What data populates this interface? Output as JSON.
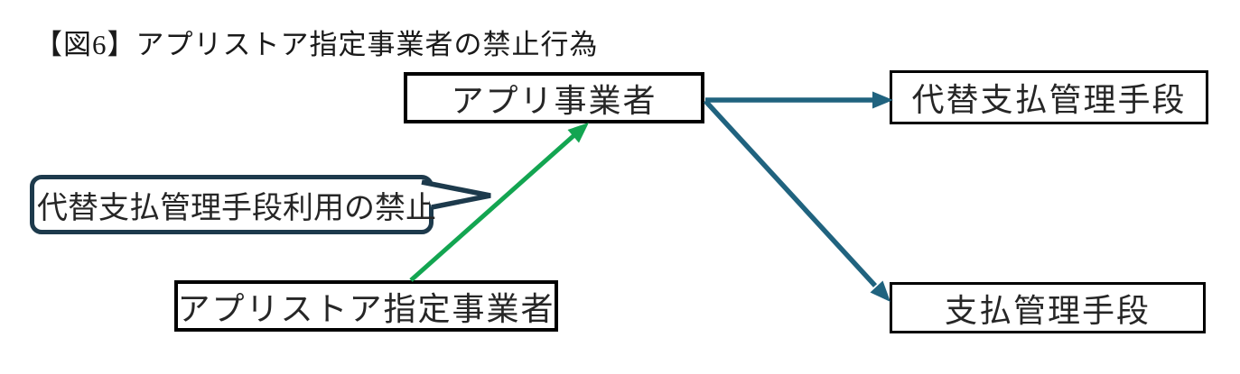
{
  "title": {
    "text": "【図6】アプリストア指定事業者の禁止行為"
  },
  "nodes": {
    "app_provider": {
      "label": "アプリ事業者"
    },
    "alt_payment": {
      "label": "代替支払管理手段"
    },
    "payment": {
      "label": "支払管理手段"
    },
    "designated_operator": {
      "label": "アプリストア指定事業者"
    }
  },
  "callout": {
    "text": "代替支払管理手段利用の禁止"
  },
  "arrows": [
    {
      "name": "designated-to-app",
      "from": "アプリストア指定事業者",
      "to": "アプリ事業者",
      "color_key": "arrow_green"
    },
    {
      "name": "app-to-alt-payment",
      "from": "アプリ事業者",
      "to": "代替支払管理手段",
      "color_key": "arrow_blue"
    },
    {
      "name": "app-to-payment",
      "from": "アプリ事業者",
      "to": "支払管理手段",
      "color_key": "arrow_blue"
    }
  ],
  "colors": {
    "background": "#ffffff",
    "box_border": "#000000",
    "text_color": "#262626",
    "callout_border": "#1d3a4c",
    "arrow_green": "#13a551",
    "arrow_blue": "#20637f"
  }
}
